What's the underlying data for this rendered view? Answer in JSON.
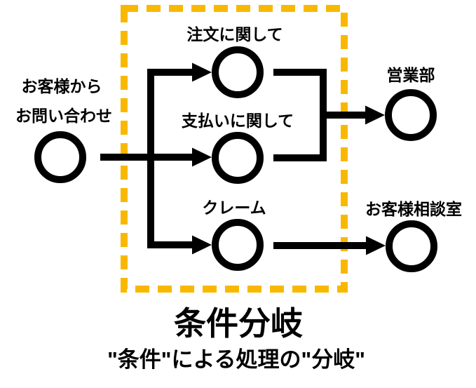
{
  "diagram": {
    "source_node": {
      "label_line1": "お客様から",
      "label_line2": "お問い合わせ"
    },
    "branch_nodes": {
      "order": "注文に関して",
      "payment": "支払いに関して",
      "complaint": "クレーム"
    },
    "target_nodes": {
      "sales": "営業部",
      "support": "お客様相談室"
    },
    "caption": {
      "title": "条件分岐",
      "subtitle": "\"条件\"による処理の\"分岐\""
    },
    "colors": {
      "accent": "#F9B800",
      "ink": "#000000"
    }
  }
}
